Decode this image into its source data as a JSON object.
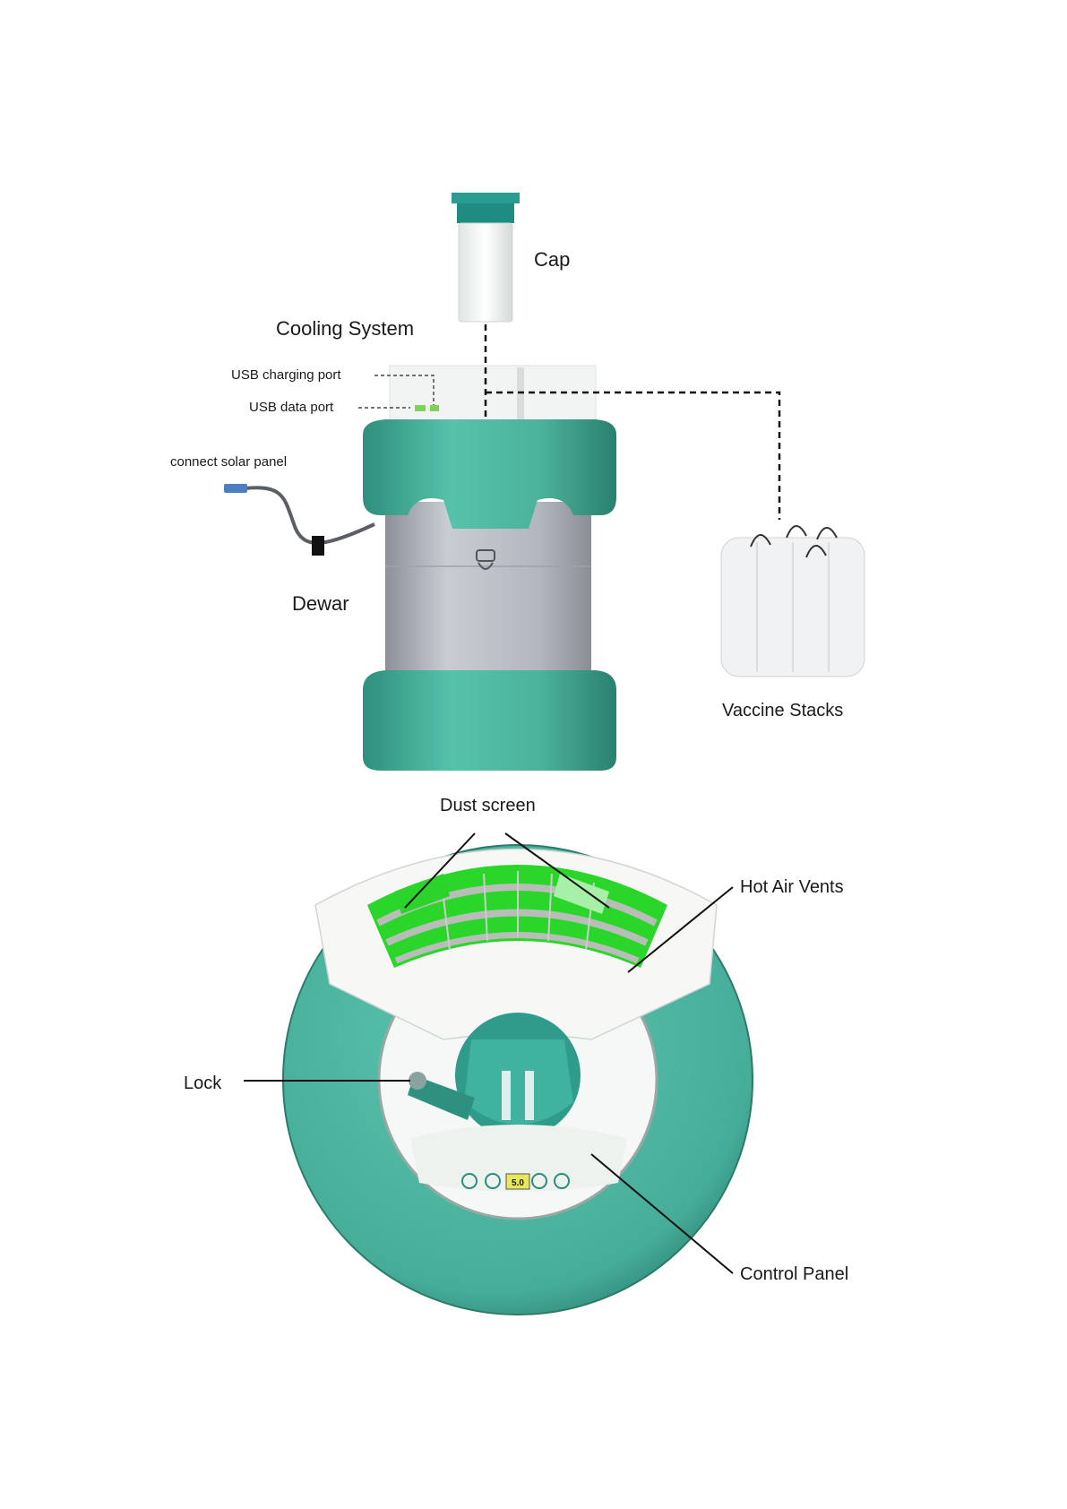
{
  "labels": {
    "cap": "Cap",
    "cooling_system": "Cooling System",
    "usb_charging_port": "USB charging port",
    "usb_data_port": "USB data port",
    "connect_solar_panel": "connect solar panel",
    "dewar": "Dewar",
    "vaccine_stacks": "Vaccine Stacks",
    "dust_screen": "Dust screen",
    "hot_air_vents": "Hot Air Vents",
    "lock": "Lock",
    "control_panel": "Control Panel"
  },
  "control_panel_display": "5.0",
  "colors": {
    "teal": "#4fb5a0",
    "teal_dark": "#2e8a78",
    "dewar_gray": "#b8bcc4",
    "vent_green": "#1fd11f",
    "cap_teal": "#2a9c92"
  }
}
